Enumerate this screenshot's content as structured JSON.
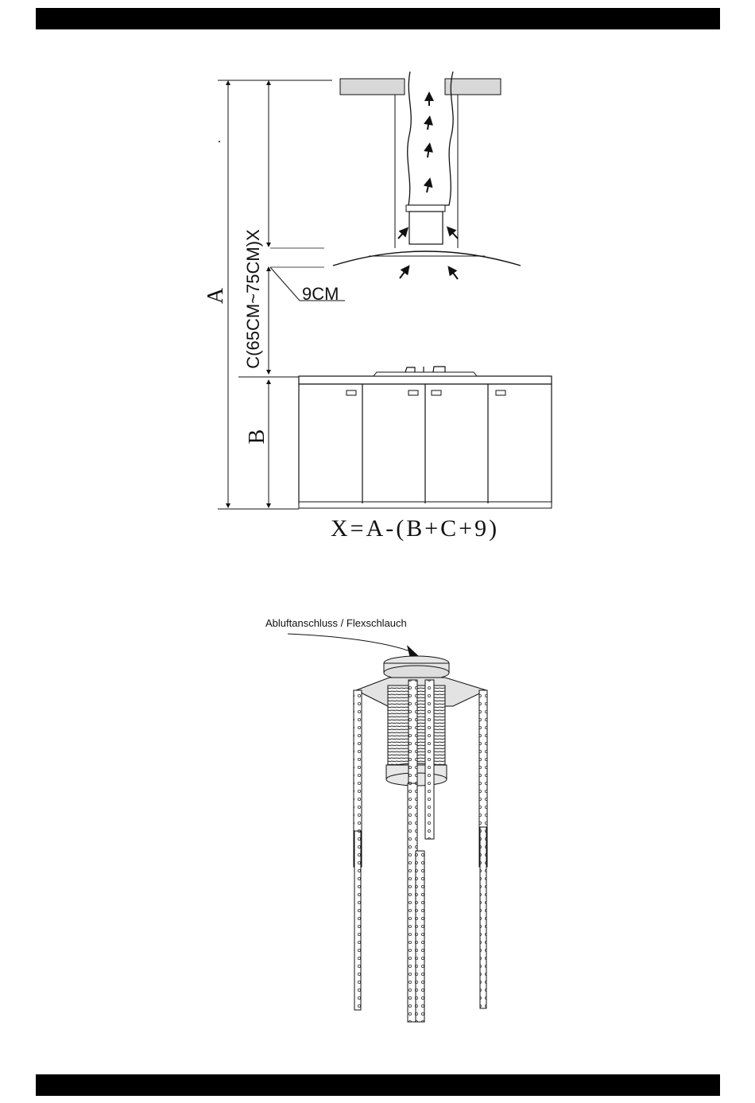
{
  "diagram_top": {
    "label_a": "A",
    "label_b": "B",
    "label_c": "C(65CM~75CM)X",
    "label_9cm": "9CM",
    "formula": "X=A-(B+C+9)"
  },
  "diagram_bottom": {
    "callout": "Abluftanschluss  / Flexschlauch"
  }
}
